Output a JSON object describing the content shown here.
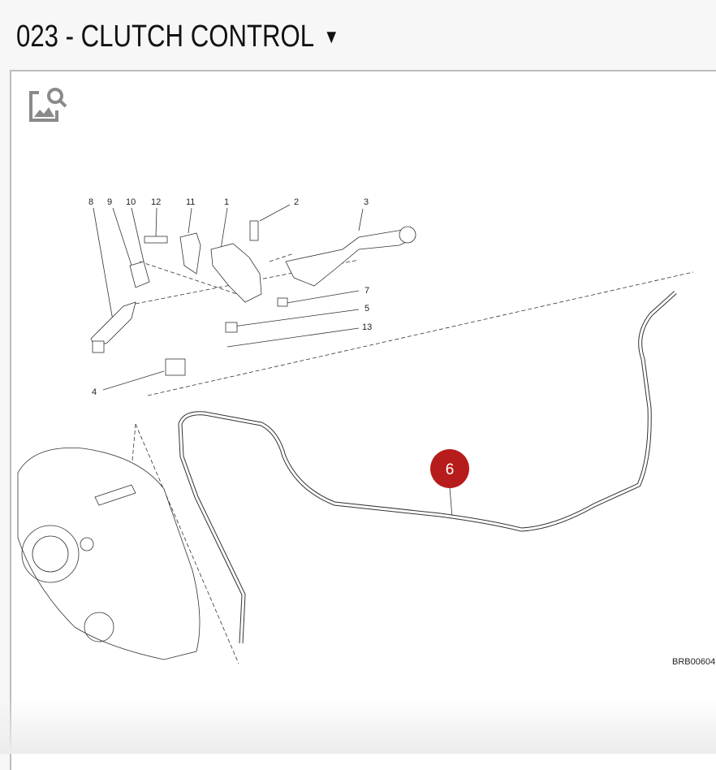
{
  "header": {
    "title": "023 - CLUTCH CONTROL",
    "dropdown_icon": "caret-down-icon"
  },
  "viewer": {
    "zoom_icon": "image-search-icon",
    "drawing_code": "BRB00604"
  },
  "callouts": [
    "8",
    "9",
    "10",
    "12",
    "11",
    "1",
    "2",
    "3",
    "7",
    "5",
    "13",
    "4"
  ],
  "highlighted_callout": {
    "label": "6",
    "color": "#b71c1c"
  }
}
